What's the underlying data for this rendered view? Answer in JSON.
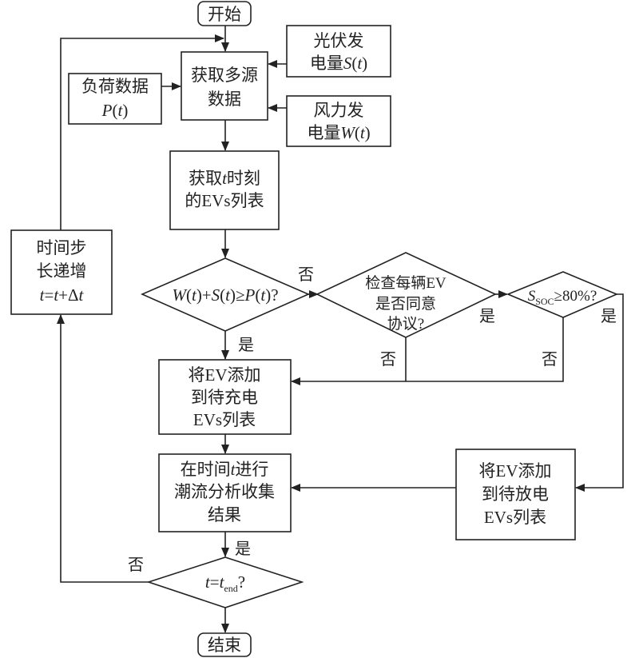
{
  "nodes": {
    "start": {
      "label": "开始"
    },
    "end": {
      "label": "结束"
    },
    "collect": {
      "lines": [
        "获取多源",
        "数据"
      ]
    },
    "solar": {
      "l1": "光伏发",
      "l2": [
        "电量",
        "S",
        "(",
        "t",
        ")"
      ]
    },
    "wind": {
      "l1": "风力发",
      "l2": [
        "电量",
        "W",
        "(",
        "t",
        ")"
      ]
    },
    "load": {
      "l1": "负荷数据",
      "l2": [
        "P",
        "(",
        "t",
        ")"
      ]
    },
    "ev_list": {
      "l1": [
        "获取",
        "t",
        "时刻"
      ],
      "l2": "的EVs列表"
    },
    "decision_power": {
      "parts": [
        "W",
        "(",
        "t",
        ")+",
        "S",
        "(",
        "t",
        ")≥",
        "P",
        "(",
        "t",
        ")?"
      ]
    },
    "decision_agree": {
      "lines": [
        "检查每辆EV",
        "是否同意",
        "协议?"
      ]
    },
    "decision_soc": {
      "parts": [
        "S",
        "SOC",
        "≥80%?"
      ]
    },
    "charge_list": {
      "lines": [
        "将EV添加",
        "到待充电",
        "EVs列表"
      ]
    },
    "discharge_list": {
      "lines": [
        "将EV添加",
        "到待放电",
        "EVs列表"
      ]
    },
    "power_flow": {
      "l1": [
        "在时间",
        "t",
        "进行"
      ],
      "l2": "潮流分析收集",
      "l3": "结果"
    },
    "decision_end": {
      "parts": [
        "t",
        "=",
        "t",
        "end",
        "?"
      ]
    },
    "time_step": {
      "l1": "时间步",
      "l2": "长递增",
      "l3": [
        "t",
        "=",
        "t",
        "+Δ",
        "t"
      ]
    }
  },
  "edge_labels": {
    "yes": "是",
    "no": "否"
  }
}
